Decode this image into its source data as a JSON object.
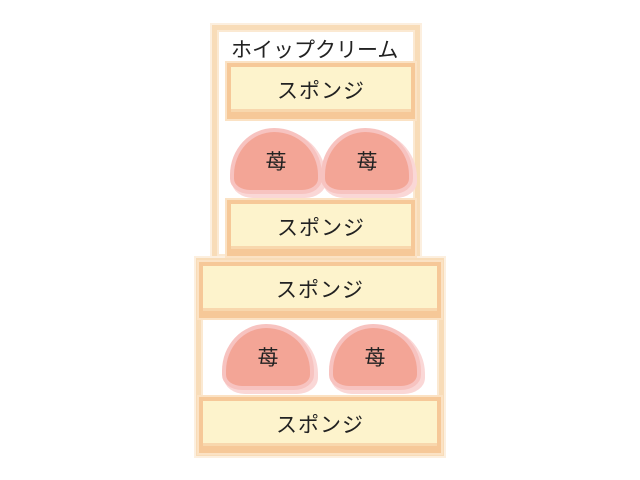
{
  "upper_tier": {
    "cream_label": "ホイップクリーム",
    "top_sponge": "スポンジ",
    "strawberries": [
      "苺",
      "苺"
    ],
    "bottom_sponge": "スポンジ"
  },
  "lower_tier": {
    "top_sponge": "スポンジ",
    "strawberries": [
      "苺",
      "苺"
    ],
    "bottom_sponge": "スポンジ"
  },
  "colors": {
    "sponge": "#fdf3cc",
    "sponge_border": "#f6c898",
    "strawberry": "#f3a596",
    "strawberry_edge": "#f7c3c0"
  }
}
